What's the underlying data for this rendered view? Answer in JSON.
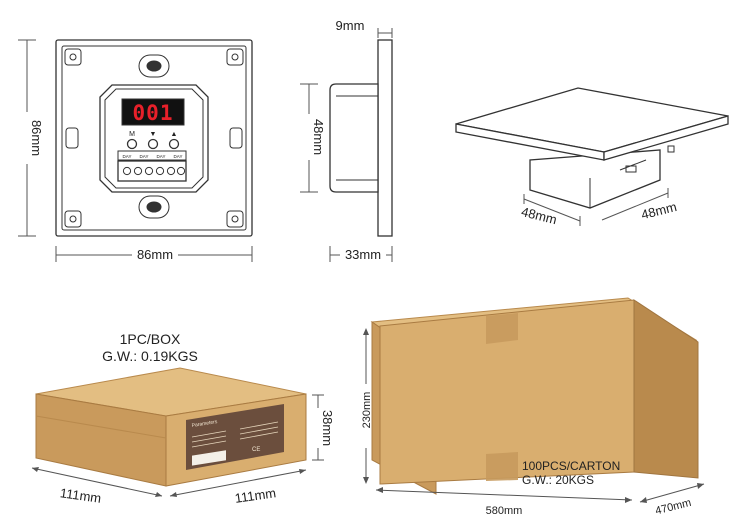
{
  "front": {
    "width_label": "86mm",
    "height_label": "86mm",
    "display_value": "001",
    "buttons": [
      "M",
      "▼",
      "▲"
    ],
    "terminal_labels": [
      "DAY",
      "DAY",
      "DAY",
      "DAY"
    ]
  },
  "side": {
    "thickness_label": "9mm",
    "module_height_label": "48mm",
    "depth_label": "33mm"
  },
  "iso": {
    "left_label": "48mm",
    "right_label": "48mm"
  },
  "small_box": {
    "title": "1PC/BOX",
    "weight": "G.W.: 0.19KGS",
    "height_label": "38mm",
    "length_label": "111mm",
    "width_label": "111mm",
    "sticker_title": "Parameters",
    "sticker_symbols": "CE"
  },
  "carton": {
    "title": "100PCS/CARTON",
    "weight": "G.W.: 20KGS",
    "height_label": "230mm",
    "length_label": "580mm",
    "width_label": "470mm"
  },
  "colors": {
    "display_digits": "#e8202a",
    "box_face": "#d9ae6f",
    "box_top": "#e3be82",
    "box_side": "#b98a4d",
    "sticker": "#6b4e3d",
    "tape": "#c79a5d"
  }
}
